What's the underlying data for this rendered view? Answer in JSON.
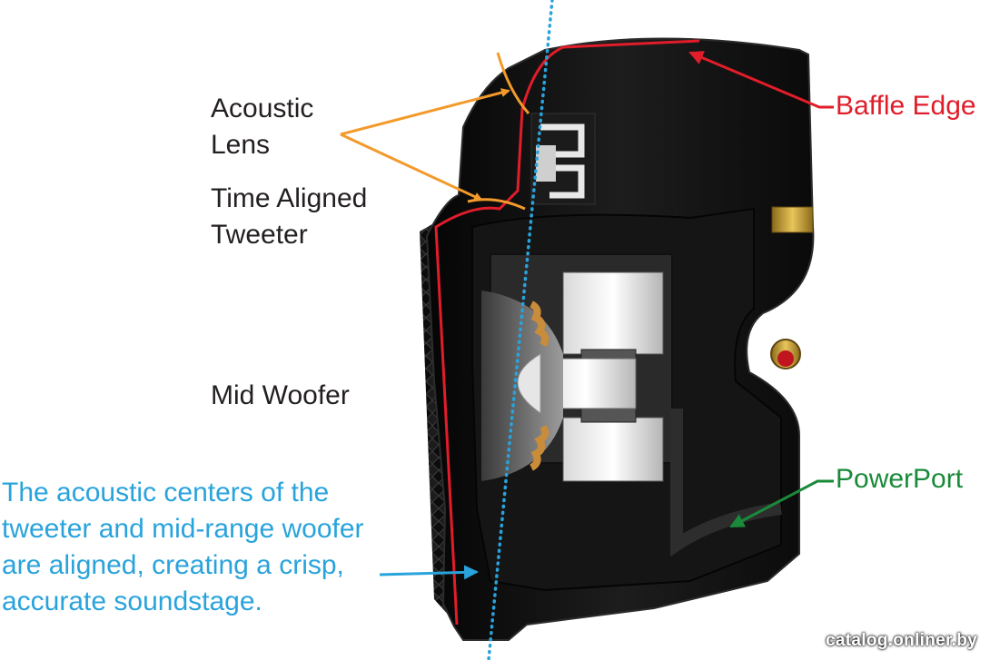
{
  "labels": {
    "acoustic_lens": [
      "Acoustic",
      "Lens"
    ],
    "time_aligned_tweeter": [
      "Time Aligned",
      "Tweeter"
    ],
    "mid_woofer": "Mid Woofer",
    "baffle_edge": "Baffle Edge",
    "powerport": "PowerPort",
    "acoustic_centers": [
      "The acoustic centers of the",
      "tweeter and mid-range woofer",
      "are aligned, creating a crisp,",
      "accurate soundstage."
    ]
  },
  "watermark": "catalog.onliner.by",
  "colors": {
    "orange": "#f39a2b",
    "red": "#e11d2a",
    "green": "#1a8a3a",
    "blue": "#29a3dc",
    "text": "#231f20",
    "cabinet": "#121212"
  }
}
